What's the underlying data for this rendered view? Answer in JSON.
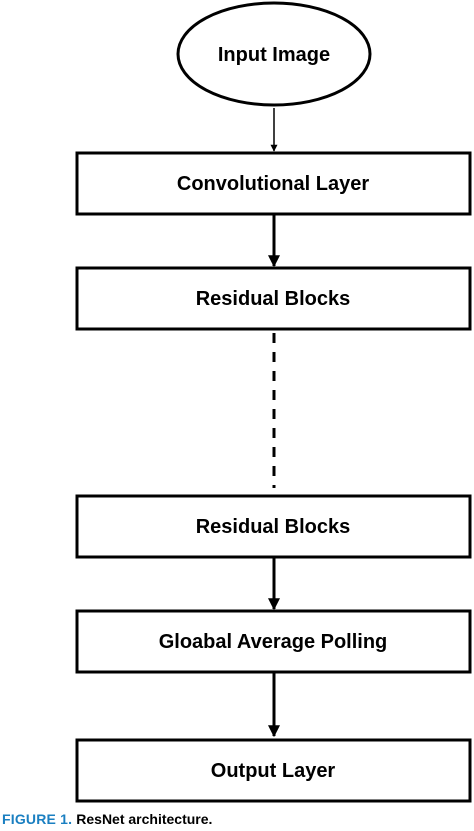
{
  "diagram": {
    "nodes": [
      {
        "id": "input-image",
        "shape": "ellipse",
        "label": "Input Image"
      },
      {
        "id": "convolutional-layer",
        "shape": "rectangle",
        "label": "Convolutional Layer"
      },
      {
        "id": "residual-blocks-1",
        "shape": "rectangle",
        "label": "Residual Blocks"
      },
      {
        "id": "residual-blocks-2",
        "shape": "rectangle",
        "label": "Residual Blocks"
      },
      {
        "id": "global-average-pooling",
        "shape": "rectangle",
        "label": "Gloabal Average Polling"
      },
      {
        "id": "output-layer",
        "shape": "rectangle",
        "label": "Output Layer"
      }
    ],
    "edges": [
      {
        "from": "input-image",
        "to": "convolutional-layer",
        "style": "solid-thin-arrow"
      },
      {
        "from": "convolutional-layer",
        "to": "residual-blocks-1",
        "style": "solid-arrow"
      },
      {
        "from": "residual-blocks-1",
        "to": "residual-blocks-2",
        "style": "dashed"
      },
      {
        "from": "residual-blocks-2",
        "to": "global-average-pooling",
        "style": "solid-arrow"
      },
      {
        "from": "global-average-pooling",
        "to": "output-layer",
        "style": "solid-arrow"
      }
    ]
  },
  "caption": {
    "label": "FIGURE 1.",
    "text": "ResNet architecture."
  },
  "colors": {
    "stroke": "#000000",
    "caption_label": "#1a7fc1"
  }
}
